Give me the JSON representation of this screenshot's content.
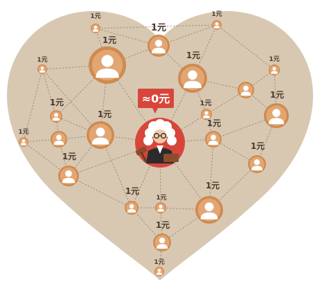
{
  "colors": {
    "heart_fill": "#d8c8b2",
    "edge": "#8b7d6d",
    "node_outer": "#cf8a4f",
    "node_inner": "#ffffff",
    "center_red": "#d8463b",
    "label_text": "#4a3a2c"
  },
  "center": {
    "callout_text": "≈0元",
    "icon": "judge-avatar-icon"
  },
  "nodes": [
    {
      "id": "n1",
      "label": "1元"
    },
    {
      "id": "n2",
      "label": "1元"
    },
    {
      "id": "n3",
      "label": "1元"
    },
    {
      "id": "n4",
      "label": "1元"
    },
    {
      "id": "n5",
      "label": "1元"
    },
    {
      "id": "n6",
      "label": "1元"
    },
    {
      "id": "n7",
      "label": ""
    },
    {
      "id": "n8",
      "label": "1元"
    },
    {
      "id": "n9",
      "label": "1元"
    },
    {
      "id": "n10",
      "label": "1元"
    },
    {
      "id": "n11",
      "label": "1元"
    },
    {
      "id": "n12",
      "label": "1元"
    },
    {
      "id": "n13",
      "label": "1元"
    },
    {
      "id": "n14",
      "label": "1元"
    },
    {
      "id": "n15",
      "label": "1元"
    },
    {
      "id": "n16",
      "label": "1元"
    },
    {
      "id": "n17",
      "label": "1元"
    },
    {
      "id": "n18",
      "label": "1元"
    },
    {
      "id": "n19",
      "label": "1元"
    },
    {
      "id": "n20",
      "label": "1元"
    },
    {
      "id": "n21",
      "label": "1元"
    },
    {
      "id": "n22",
      "label": "1元"
    }
  ]
}
